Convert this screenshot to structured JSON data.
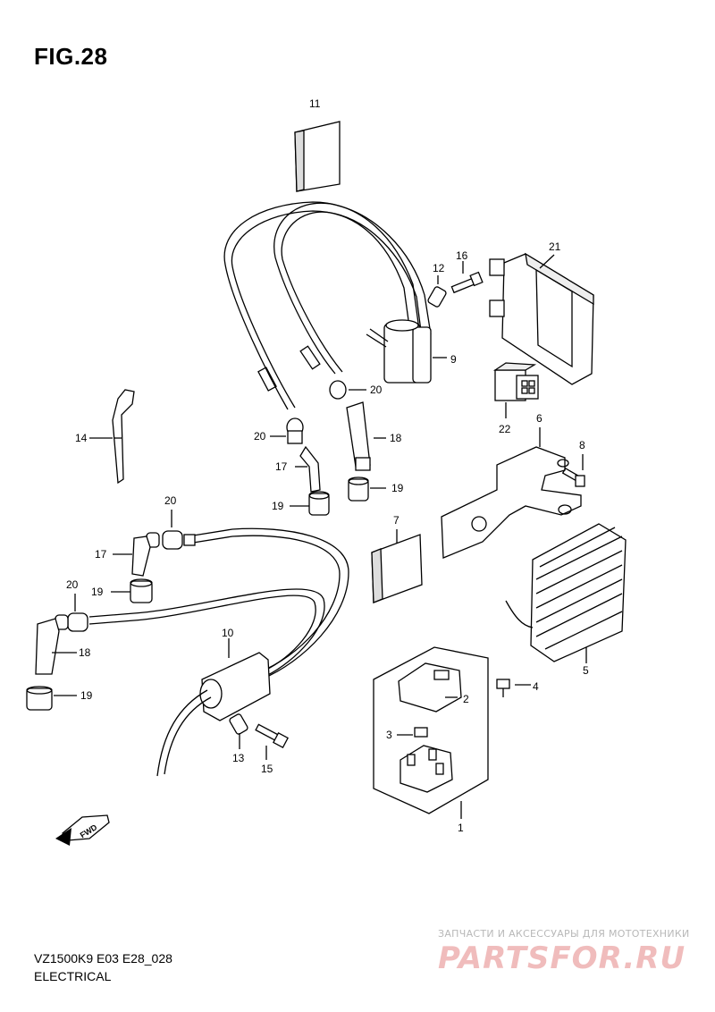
{
  "figure": {
    "title": "FIG.28",
    "code": "VZ1500K9 E03 E28_028",
    "section": "ELECTRICAL"
  },
  "fwd_label": "FWD",
  "watermark": {
    "tagline": "ЗАПЧАСТИ И АКСЕССУАРЫ ДЛЯ МОТОТЕХНИКИ",
    "logo": "PARTSFOR.RU"
  },
  "callouts": [
    "11",
    "12",
    "16",
    "21",
    "9",
    "20",
    "22",
    "6",
    "8",
    "14",
    "20",
    "18",
    "17",
    "19",
    "19",
    "20",
    "7",
    "17",
    "19",
    "20",
    "5",
    "18",
    "19",
    "10",
    "2",
    "4",
    "3",
    "13",
    "15",
    "1"
  ],
  "icons": [
    "fwd-arrow-icon"
  ]
}
